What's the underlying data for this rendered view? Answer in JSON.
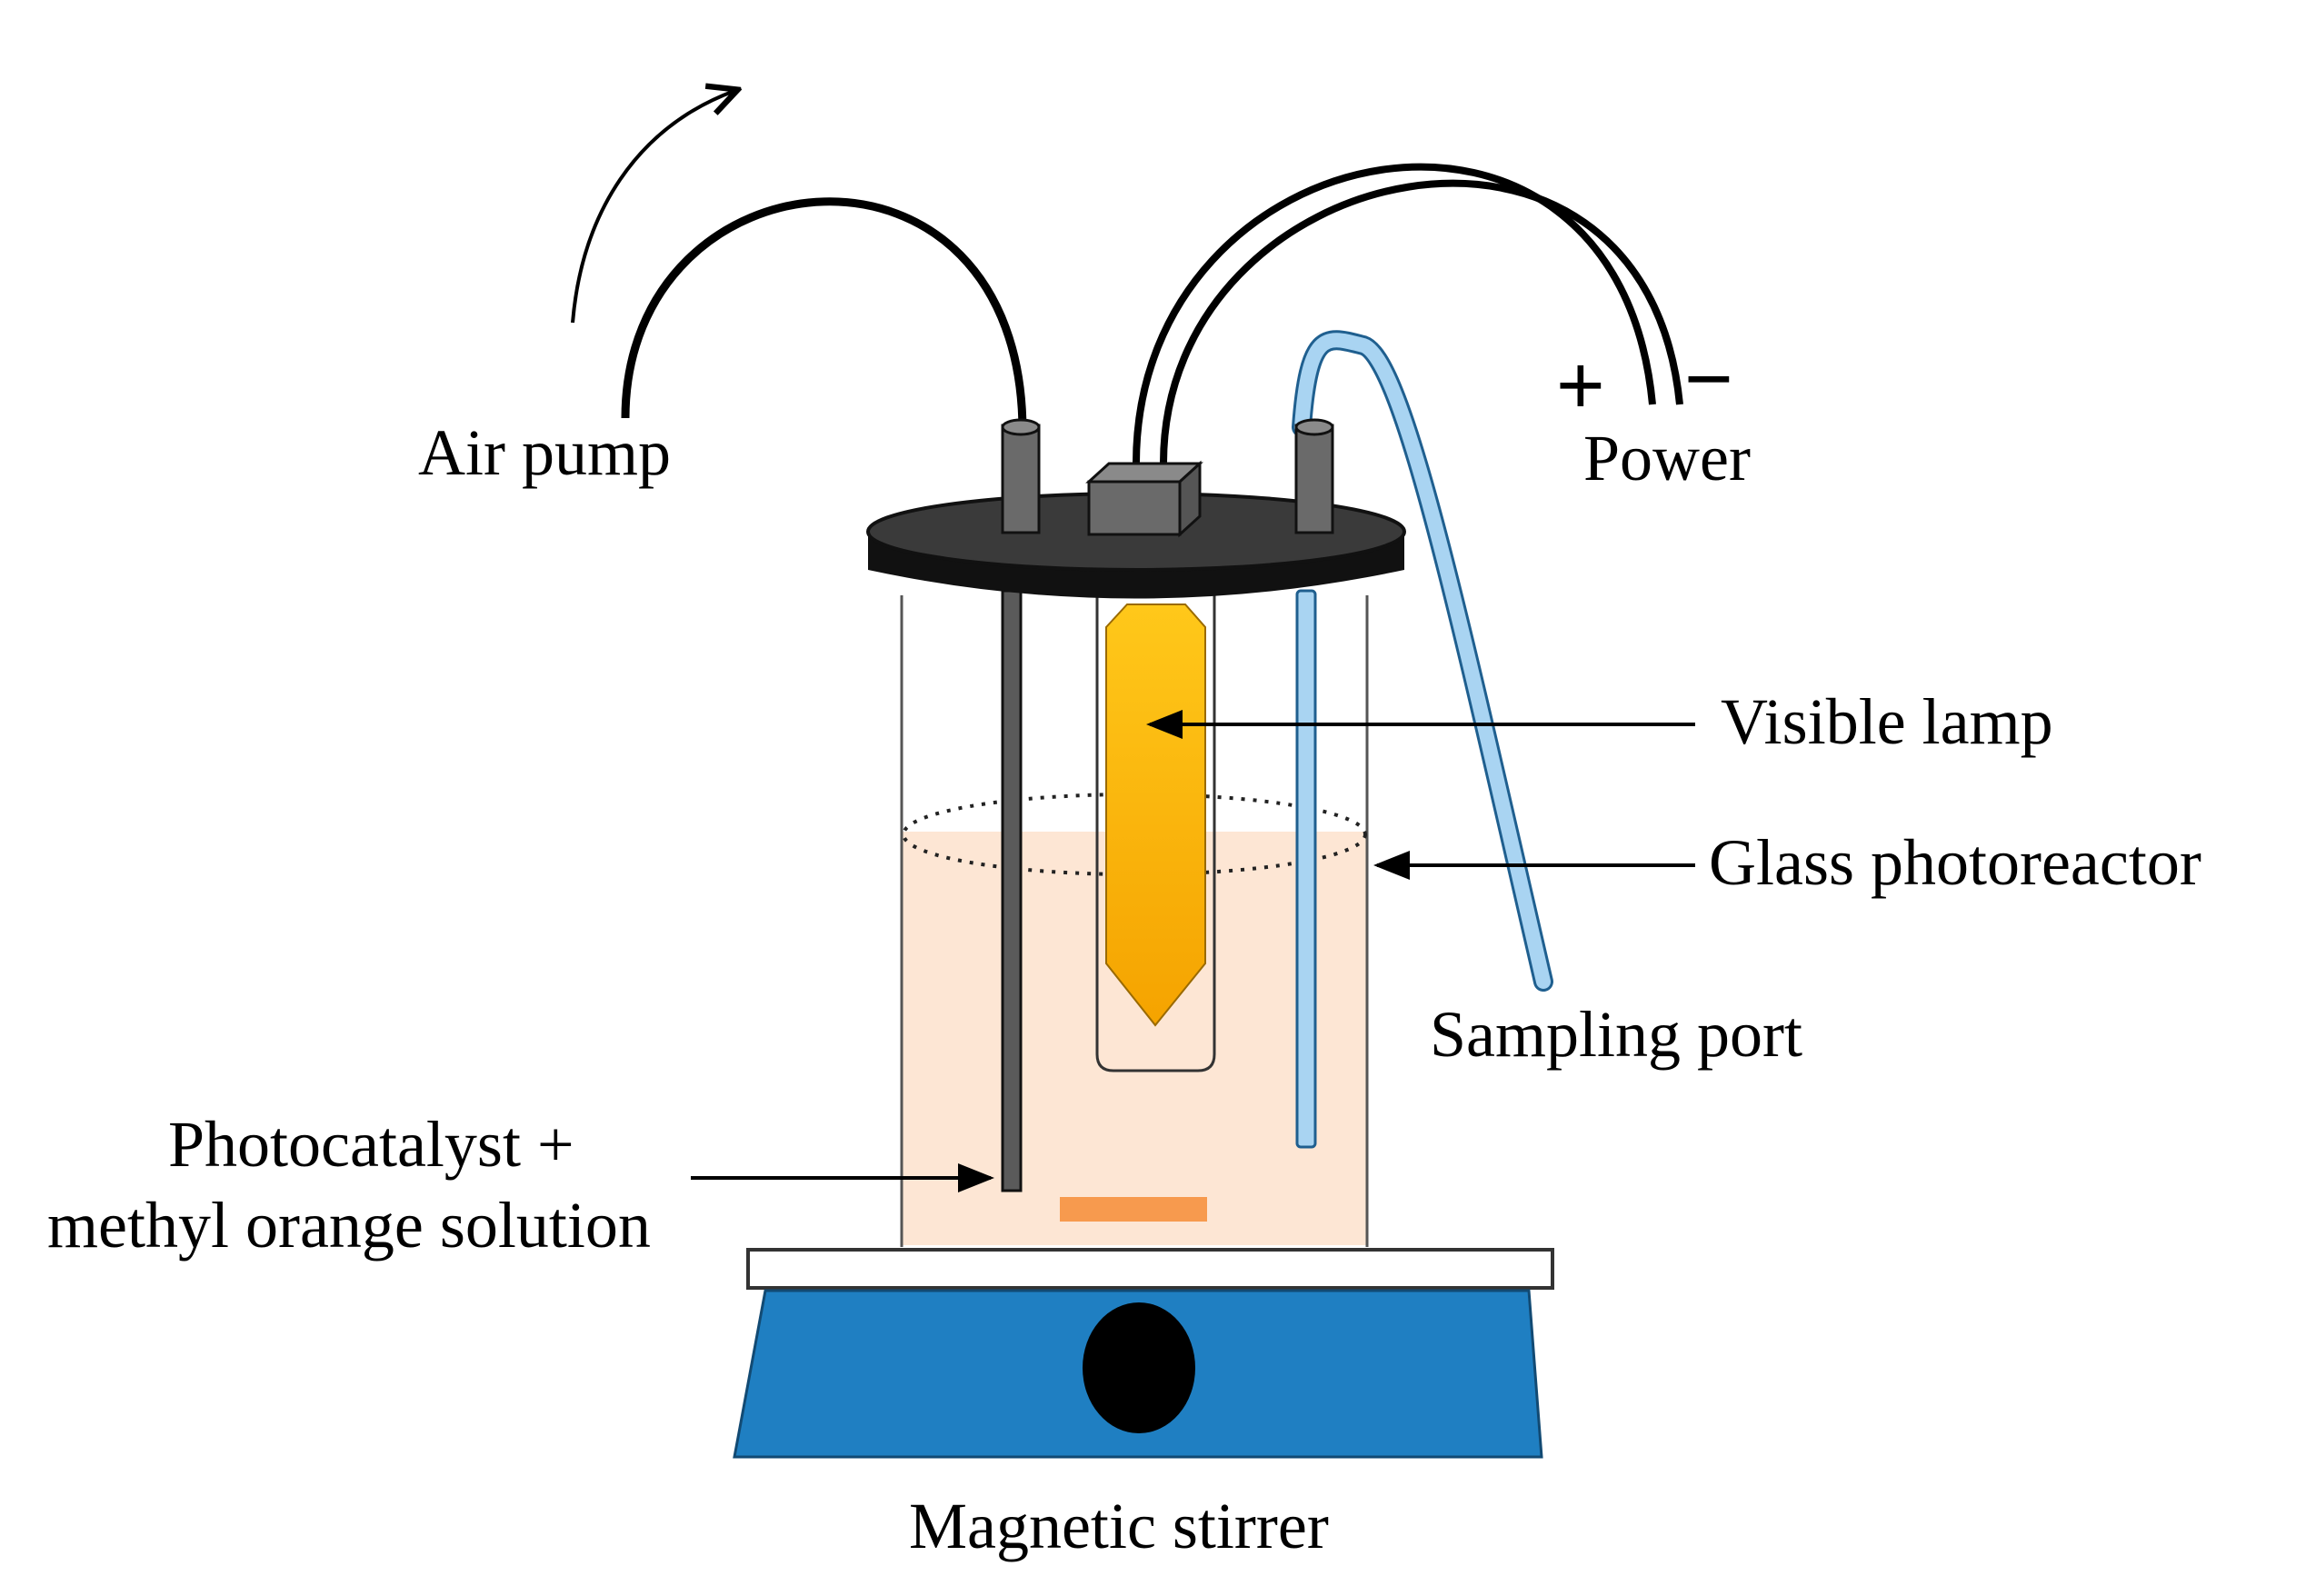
{
  "labels": {
    "air_pump": "Air pump",
    "power": "Power",
    "plus": "+",
    "minus": "−",
    "visible_lamp": "Visible lamp",
    "glass_photoreactor": "Glass photoreactor",
    "sampling_port": "Sampling port",
    "photocatalyst_line1": "Photocatalyst +",
    "photocatalyst_line2": "methyl orange solution",
    "magnetic_stirrer": "Magnetic stirrer"
  },
  "colors": {
    "solution": "#fde6d4",
    "lamp_top": "#ffc81a",
    "lamp_bottom": "#f5a300",
    "stir_bar": "#f79a4e",
    "stirrer_base": "#1f7fc2",
    "sampling_tube": "#a9d4f2",
    "lid": "#111111",
    "port_cylinder": "#6a6a6a"
  }
}
